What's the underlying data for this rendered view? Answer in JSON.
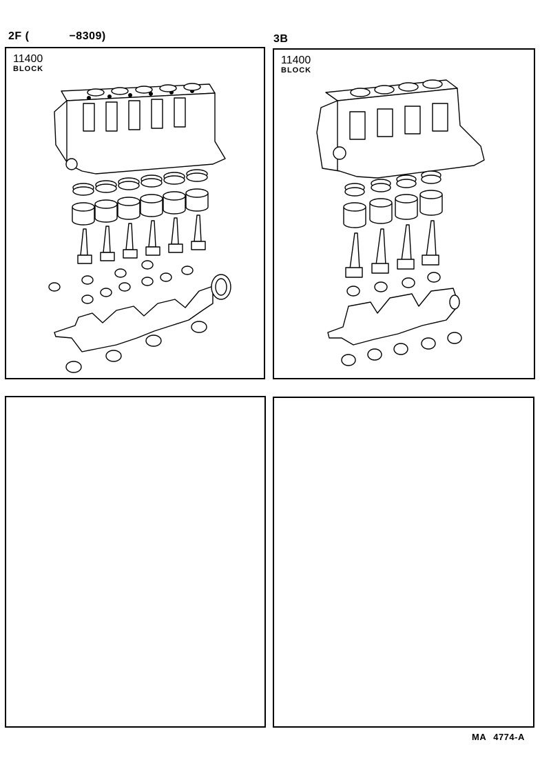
{
  "header_left": {
    "engine": "2F (",
    "date_range": "−8309)"
  },
  "header_right": {
    "engine": "3B"
  },
  "panels": [
    {
      "code": "11400",
      "name": "BLOCK"
    },
    {
      "code": "11400",
      "name": "BLOCK"
    }
  ],
  "footer": {
    "prefix": "MA",
    "number": "4774-A"
  }
}
